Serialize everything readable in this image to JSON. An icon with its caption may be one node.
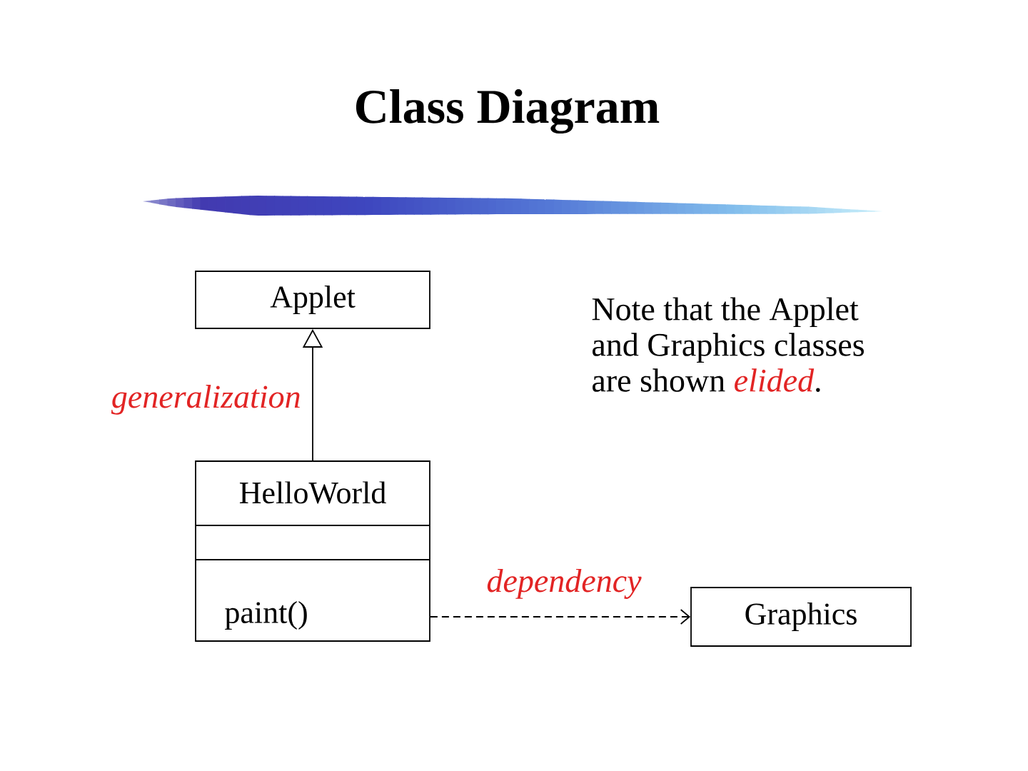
{
  "diagram": {
    "title": "Class Diagram",
    "nodes": [
      {
        "text": [
          "Applet"
        ]
      },
      {
        "text": [
          "HelloWorld",
          "paint()"
        ]
      },
      {
        "text": [
          "Graphics"
        ]
      }
    ],
    "edges": [
      {
        "from": 1,
        "to": 0,
        "arrow": "to",
        "label": "generalization"
      },
      {
        "from": 1,
        "to": 2,
        "arrow": "to",
        "label": "dependency",
        "style": "dashed"
      }
    ],
    "labels": [
      "Note that the Applet and Graphics classes are shown *elided*."
    ]
  }
}
